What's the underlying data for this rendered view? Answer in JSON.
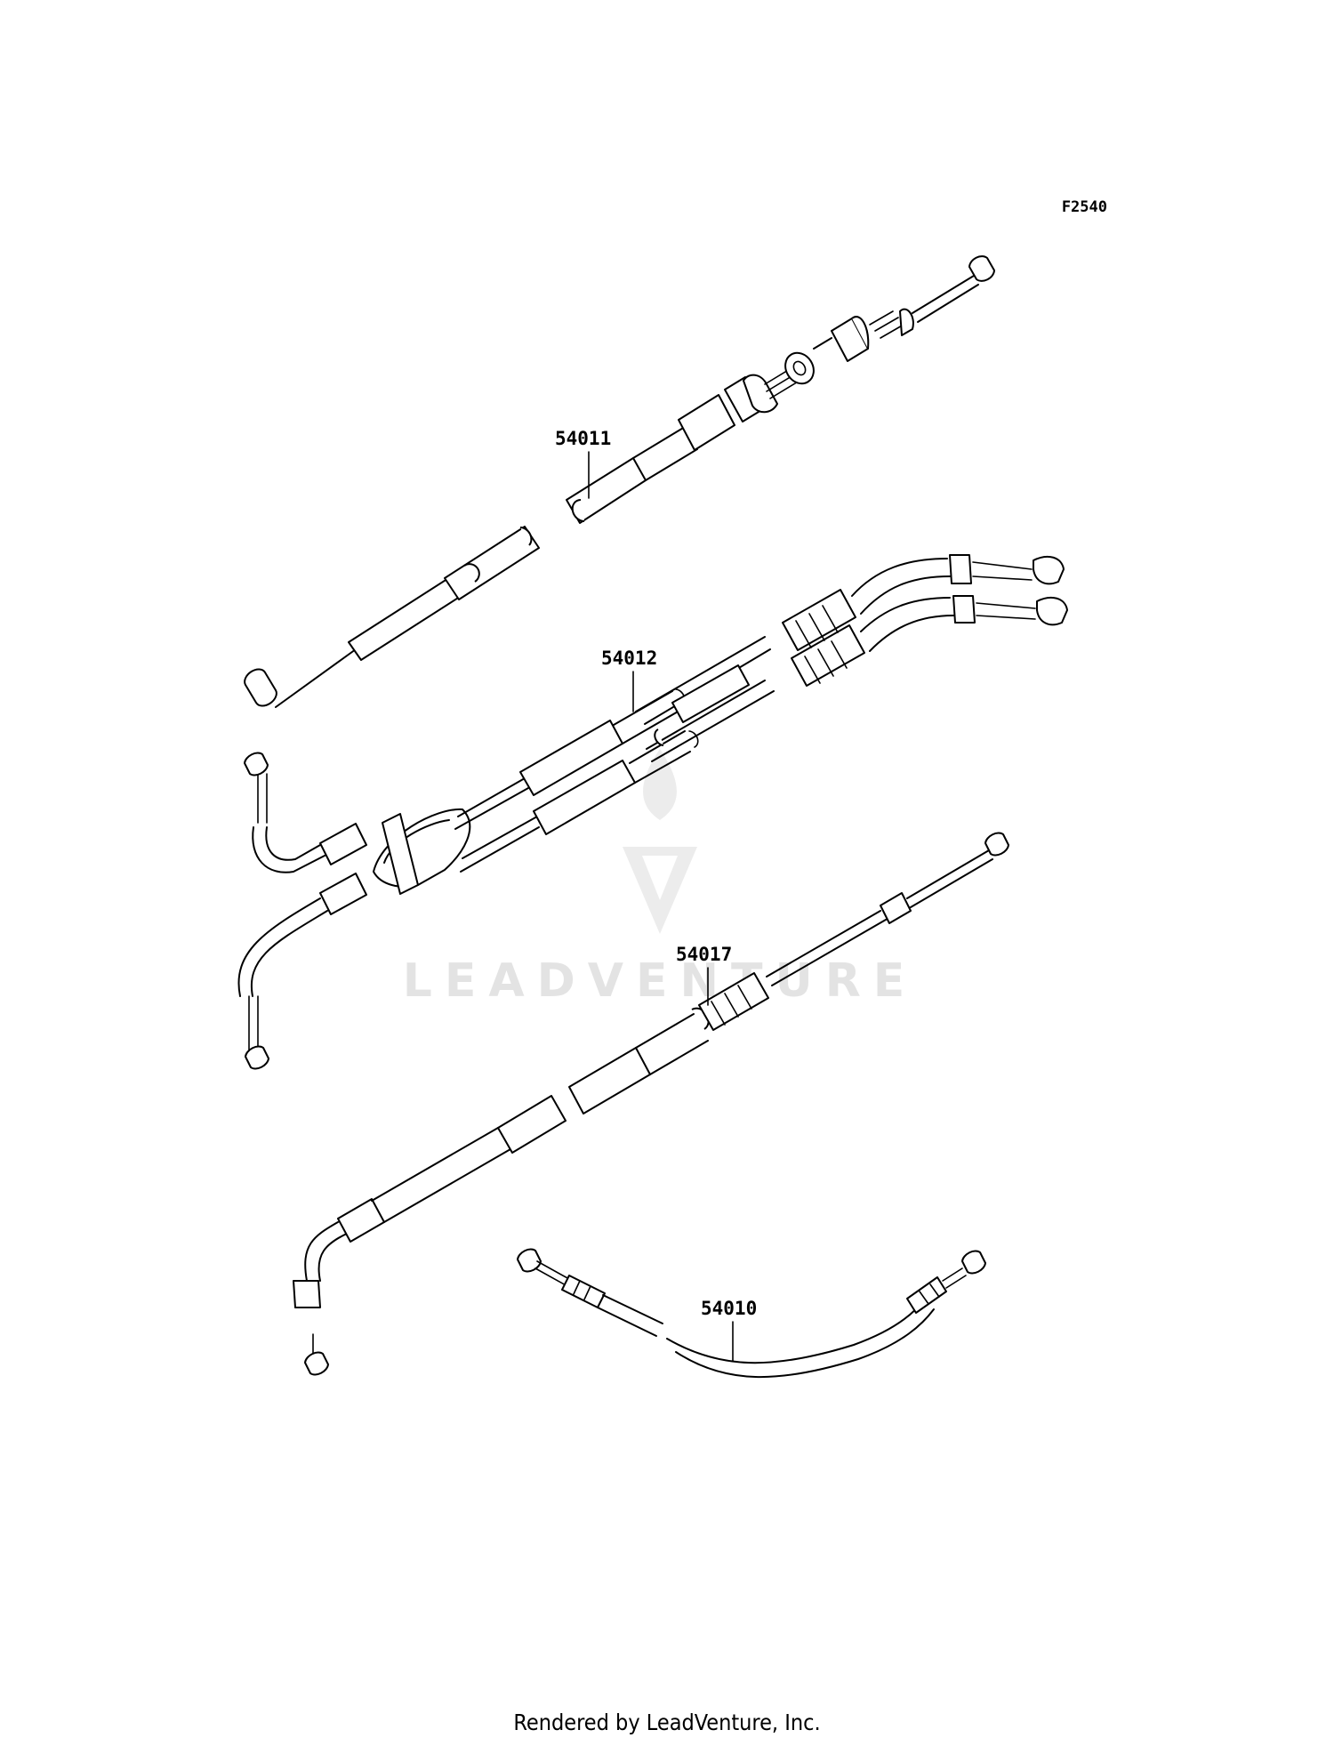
{
  "figure_ref": "F2540",
  "watermark": {
    "text": "LEADVENTURE"
  },
  "callouts": [
    {
      "id": "54011"
    },
    {
      "id": "54012"
    },
    {
      "id": "54017"
    },
    {
      "id": "54010"
    }
  ],
  "footer": "Rendered by LeadVenture, Inc."
}
